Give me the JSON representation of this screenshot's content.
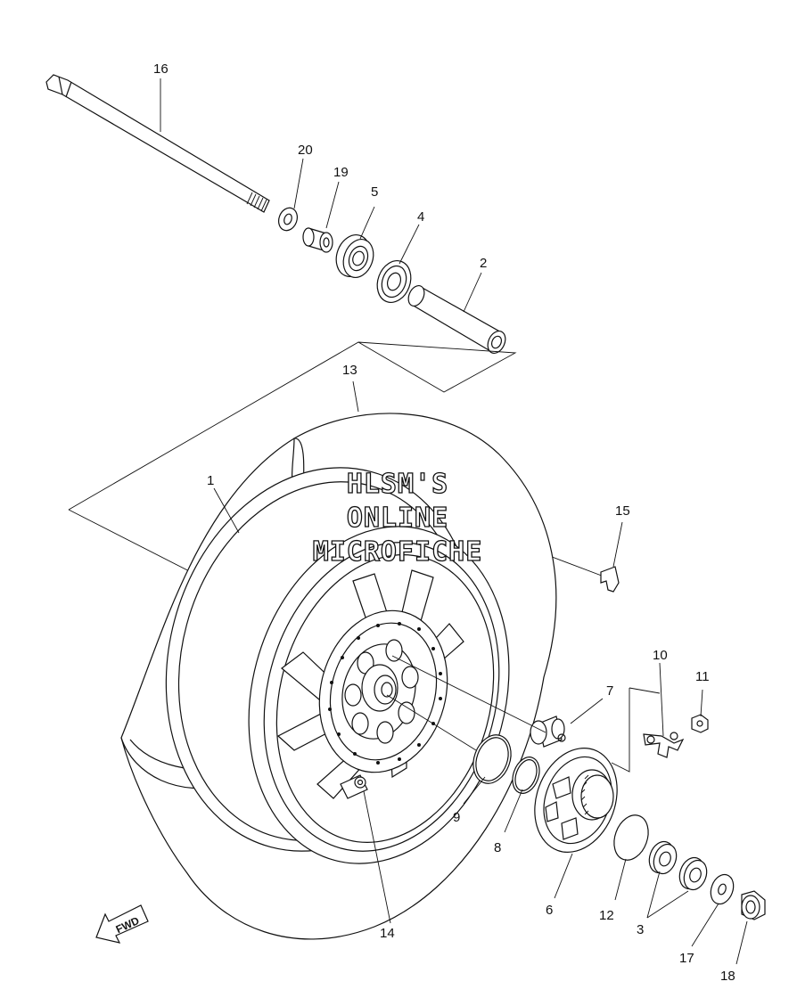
{
  "watermark": {
    "line1": "HLSM'S",
    "line2": "ONLINE",
    "line3": "MICROFICHE"
  },
  "direction_arrow": {
    "label": "FWD",
    "icon": "fwd-arrow-icon"
  },
  "callouts": {
    "c1": "1",
    "c2": "2",
    "c3": "3",
    "c4": "4",
    "c5": "5",
    "c6": "6",
    "c7": "7",
    "c8": "8",
    "c9": "9",
    "c10": "10",
    "c11": "11",
    "c12": "12",
    "c13": "13",
    "c14": "14",
    "c15": "15",
    "c16": "16",
    "c17": "17",
    "c18": "18",
    "c19": "19",
    "c20": "20"
  }
}
